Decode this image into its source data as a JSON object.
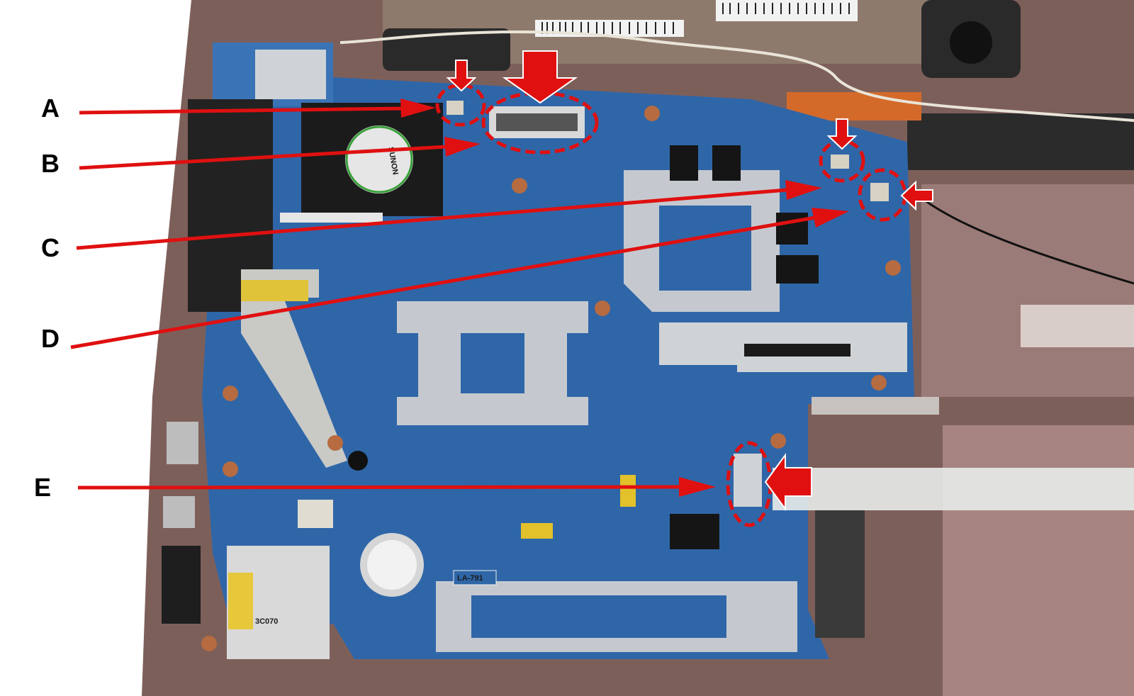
{
  "colors": {
    "arrow": "#e01010",
    "board": "#2f66a8",
    "chassis": "#7d5f5a",
    "shield": "#c5c9cf",
    "copper": "#b66b40",
    "label": "#000000"
  },
  "callouts": [
    {
      "label": "A"
    },
    {
      "label": "B"
    },
    {
      "label": "C"
    },
    {
      "label": "D"
    },
    {
      "label": "E"
    }
  ],
  "board_markings": {
    "fan_brand": "SUNON",
    "board_model": "LA-791",
    "card_reader_text": "3C070"
  }
}
